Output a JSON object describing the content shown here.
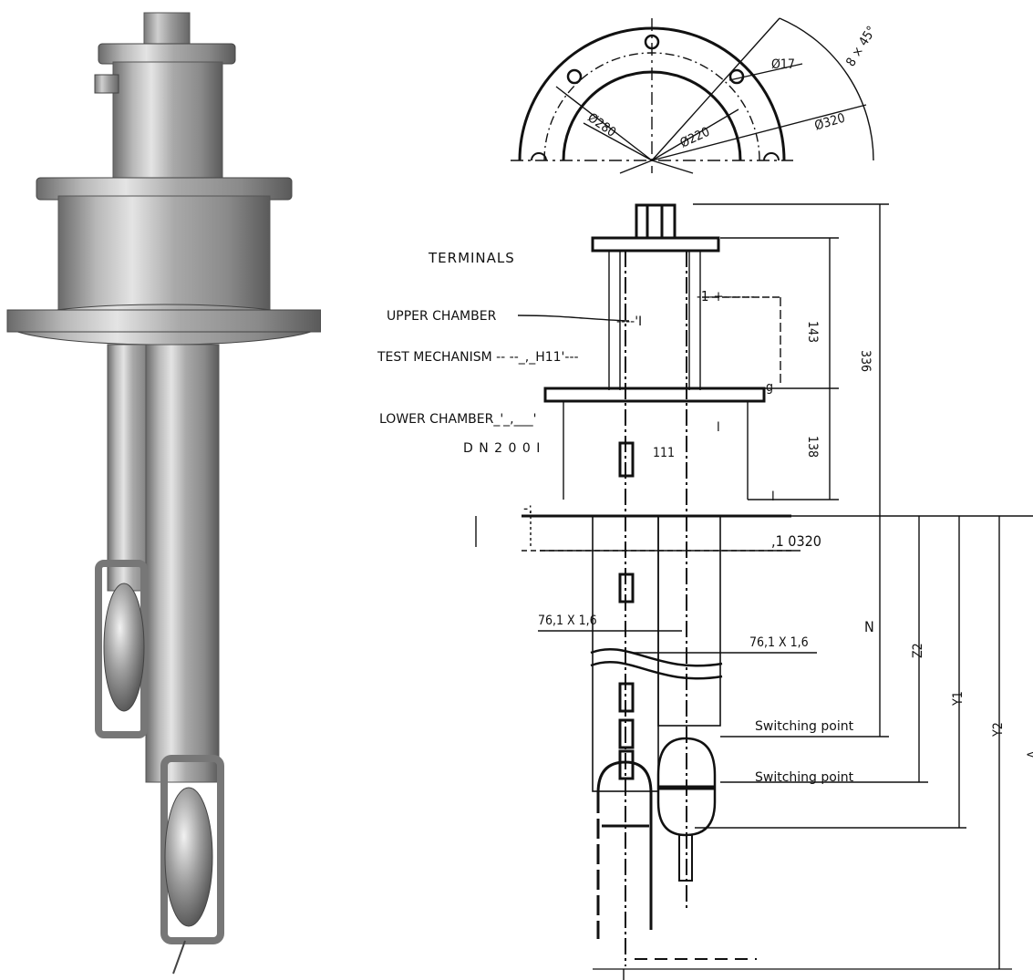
{
  "labels": {
    "terminals": "TERMINALS",
    "upper_chamber": "UPPER CHAMBER",
    "upper_chamber_tail": "----'I",
    "test_mechanism": "TEST MECHANISM -- --_,_H11'---",
    "lower_chamber": "LOWER CHAMBER_'_,___'",
    "dn": "D N 2 0 0 I",
    "switching_point_1": "Switching point",
    "switching_point_2": "Switching point"
  },
  "dimensions": {
    "d17": "Ø17",
    "d280": "Ø280",
    "d220": "Ø220",
    "d320": "Ø320",
    "bolt_pattern": "8 × 45°",
    "h143": "143",
    "h336": "336",
    "h138": "138",
    "flange_d": ",1 0320",
    "pipe_left": "76,1  X  1,6",
    "pipe_right": "76,1  X  1,6",
    "n": "N",
    "z2": "Z2",
    "y1": "Y1",
    "y2": "Y2",
    "a": "A"
  },
  "artifacts": {
    "a1": "-1-+-------",
    "a2": "g",
    "a3": "111",
    "a4": "I",
    "a5": "I",
    "a6": "-:"
  }
}
